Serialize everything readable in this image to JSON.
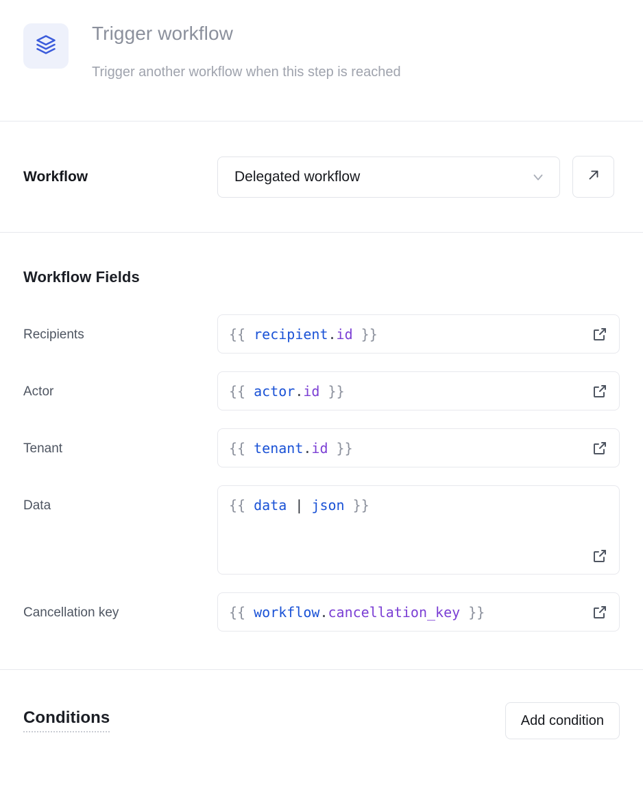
{
  "header": {
    "icon": "layers-icon",
    "icon_color": "#3b5bdb",
    "icon_bg": "#eef1fb",
    "title": "Trigger workflow",
    "subtitle": "Trigger another workflow when this step is reached"
  },
  "workflow_row": {
    "label": "Workflow",
    "select_value": "Delegated workflow",
    "select_icon": "chevron-down-icon",
    "open_icon": "arrow-up-right-icon"
  },
  "fields_section": {
    "title": "Workflow Fields",
    "expand_icon": "external-link-icon",
    "fields": [
      {
        "label": "Recipients",
        "multiline": false,
        "tokens": [
          {
            "text": "{{ ",
            "type": "brace"
          },
          {
            "text": "recipient",
            "type": "obj"
          },
          {
            "text": ".",
            "type": "dot"
          },
          {
            "text": "id",
            "type": "prop"
          },
          {
            "text": " }}",
            "type": "brace"
          }
        ],
        "value": "{{ recipient.id }}"
      },
      {
        "label": "Actor",
        "multiline": false,
        "tokens": [
          {
            "text": "{{ ",
            "type": "brace"
          },
          {
            "text": "actor",
            "type": "obj"
          },
          {
            "text": ".",
            "type": "dot"
          },
          {
            "text": "id",
            "type": "prop"
          },
          {
            "text": " }}",
            "type": "brace"
          }
        ],
        "value": "{{ actor.id }}"
      },
      {
        "label": "Tenant",
        "multiline": false,
        "tokens": [
          {
            "text": "{{ ",
            "type": "brace"
          },
          {
            "text": "tenant",
            "type": "obj"
          },
          {
            "text": ".",
            "type": "dot"
          },
          {
            "text": "id",
            "type": "prop"
          },
          {
            "text": " }}",
            "type": "brace"
          }
        ],
        "value": "{{ tenant.id }}"
      },
      {
        "label": "Data",
        "multiline": true,
        "tokens": [
          {
            "text": "{{ ",
            "type": "brace"
          },
          {
            "text": "data",
            "type": "obj"
          },
          {
            "text": " ",
            "type": "brace"
          },
          {
            "text": "|",
            "type": "pipe"
          },
          {
            "text": " ",
            "type": "brace"
          },
          {
            "text": "json",
            "type": "filter"
          },
          {
            "text": " }}",
            "type": "brace"
          }
        ],
        "value": "{{ data | json }}"
      },
      {
        "label": "Cancellation key",
        "multiline": false,
        "tokens": [
          {
            "text": "{{ ",
            "type": "brace"
          },
          {
            "text": "workflow",
            "type": "obj"
          },
          {
            "text": ".",
            "type": "dot"
          },
          {
            "text": "cancellation_key",
            "type": "prop"
          },
          {
            "text": " }}",
            "type": "brace"
          }
        ],
        "value": "{{ workflow.cancellation_key }}"
      }
    ]
  },
  "conditions_section": {
    "title": "Conditions",
    "add_button_label": "Add condition"
  }
}
